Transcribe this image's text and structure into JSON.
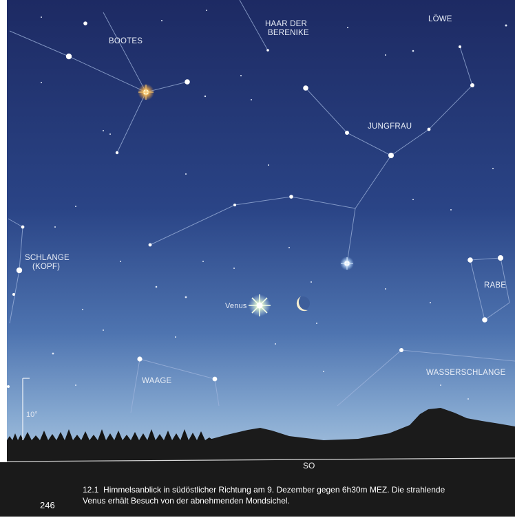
{
  "constellations": {
    "bootes": "BOOTES",
    "haar_line1": "HAAR DER",
    "haar_line2": "BERENIKE",
    "loewe": "LÖWE",
    "jungfrau": "JUNGFRAU",
    "schlange_line1": "SCHLANGE",
    "schlange_line2": "(KOPF)",
    "rabe": "RABE",
    "waage": "WAAGE",
    "wasserschlange": "WASSERSCHLANGE"
  },
  "objects": {
    "venus": "Venus"
  },
  "horizon": {
    "direction": "SO",
    "scale": "10°"
  },
  "caption": {
    "page_number": "246",
    "figure": "12.1",
    "text_line1": "Himmelsanblick in südöstlicher Richtung am 9. Dezember gegen 6h30m MEZ. Die strahlende",
    "text_line2": "Venus erhält Besuch von der abnehmenden Mondsichel."
  },
  "colors": {
    "sky_top": "#1f2c66",
    "sky_bottom": "#8fb3d6",
    "ground": "#1a1a1a",
    "lines": "#9fb4dc"
  }
}
